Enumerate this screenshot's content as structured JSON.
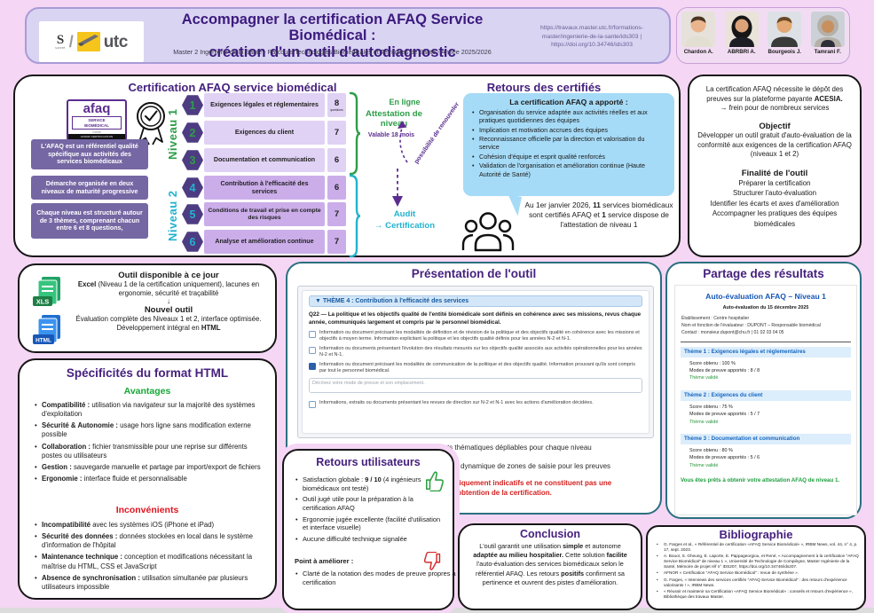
{
  "colors": {
    "accent_purple": "#46217e",
    "title_purple": "#3c1a7e",
    "green": "#2e9e49",
    "cyan": "#22b3cf",
    "red": "#d41f1f",
    "report_blue": "#1556b8",
    "fact_purple": "#7567a3",
    "bubble_blue": "#a6dbf7"
  },
  "header": {
    "title_line1": "Accompagner la certification AFAQ Service Biomédical :",
    "title_line2": "création d'un outil d'autodiagnostic",
    "subtitle": "Master 2 Ingénierie de la Santé - Parcours Technologies Biomédicales et Territoires de Santé - Année 2025/2026",
    "url1": "https://travaux.master.utc.fr/formations-master/ingenierie-de-la-sante/ids303 |",
    "url2": "https://doi.org/10.34746/ids303",
    "logo": {
      "s": "S",
      "s_sub": "SANTÉ",
      "utc": "utc"
    }
  },
  "authors": [
    {
      "name": "Chardon A."
    },
    {
      "name": "ABRBRI A."
    },
    {
      "name": "Bourgeois J."
    },
    {
      "name": "Tamrani F."
    }
  ],
  "certification": {
    "title": "Certification AFAQ service biomédical",
    "afaq_logo": {
      "line1": "afaq",
      "line2": "SERVICE",
      "line3": "BIOMÉDICAL",
      "line4": "Santé",
      "line5": "AFNOR CERTIFICATION"
    },
    "facts": [
      "L'AFAQ est un référentiel qualité spécifique aux activités des services biomédicaux",
      "Démarche organisée en deux niveaux de maturité progressive",
      "Chaque niveau est structuré autour de 3 thèmes, comprenant chacun entre 6 et 8 questions,"
    ],
    "levels": [
      {
        "label": "Niveau 1",
        "color": "#2e9e49"
      },
      {
        "label": "Niveau 2",
        "color": "#22b3cf"
      }
    ],
    "themes": [
      {
        "num": "1",
        "label": "Exigences légales et réglementaires",
        "count": "8",
        "unit": "questions"
      },
      {
        "num": "2",
        "label": "Exigences du client",
        "count": "7"
      },
      {
        "num": "3",
        "label": "Documentation et communication",
        "count": "6"
      },
      {
        "num": "4",
        "label": "Contribution à l'efficacité des services",
        "count": "6"
      },
      {
        "num": "5",
        "label": "Conditions de travail et prise en compte des risques",
        "count": "7"
      },
      {
        "num": "6",
        "label": "Analyse et amélioration continue",
        "count": "7"
      }
    ],
    "flow": {
      "online": "En ligne",
      "attestation": "Attestation de niveau",
      "valid": "Valable 18 mois",
      "renew": "possibilité de renouveler",
      "audit": "Audit",
      "cert": "→ Certification"
    }
  },
  "retours_certifies": {
    "title": "Retours des certifiés",
    "bubble_title": "La certification AFAQ a apporté :",
    "bullets": [
      "Organisation du service adaptée aux activités réelles et aux pratiques quotidiennes des équipes",
      "Implication et motivation accrues des équipes",
      "Reconnaissance officielle par la direction et valorisation du service",
      "Cohésion d'équipe et esprit qualité renforcés",
      "Validation de l'organisation et amélioration continue (Haute Autorité de Santé)"
    ],
    "stat": [
      {
        "t": "Au 1er janvier 2026, "
      },
      {
        "b": "11"
      },
      {
        "t": " services biomédicaux sont certifiés AFAQ et "
      },
      {
        "b": "1"
      },
      {
        "t": " service dispose de l'attestation de niveau 1"
      }
    ]
  },
  "contexte": {
    "problem": [
      {
        "t": "La certification AFAQ nécessite le dépôt des preuves sur la plateforme payante "
      },
      {
        "b": "ACESIA."
      }
    ],
    "problem_arrow": "→  frein pour de nombreux services",
    "objectif_title": "Objectif",
    "objectif": "Développer un outil gratuit d'auto-évaluation de la conformité aux exigences de la certification AFAQ (niveaux 1 et 2)",
    "finalite_title": "Finalité de l'outil",
    "finalite": [
      "Préparer la certification",
      "Structurer l'auto-évaluation",
      "Identifier les écarts et axes d'amélioration",
      "Accompagner les pratiques des équipes biomédicales"
    ]
  },
  "outils": {
    "title": "Outil disponible à ce jour",
    "excel": {
      "b": "Excel",
      "t": " (Niveau 1 de la certification uniquement), lacunes en ergonomie, sécurité et traçabilité"
    },
    "arrow": "↓",
    "new_title": "Nouvel outil",
    "new": {
      "t": "Évaluation complète des Niveaux 1 et 2, interface optimisée. Développement intégral en ",
      "b": "HTML"
    },
    "xls_label": "XLS",
    "html_label": "HTML"
  },
  "specificites": {
    "title": "Spécificités du format HTML",
    "adv_title": "Avantages",
    "advantages": [
      {
        "b": "Compatibilité :",
        "t": " utilisation via navigateur sur la majorité des systèmes d'exploitation"
      },
      {
        "b": "Sécurité & Autonomie :",
        "t": " usage hors ligne sans modification externe possible"
      },
      {
        "b": "Collaboration :",
        "t": " fichier transmissible pour une reprise sur différents postes ou utilisateurs"
      },
      {
        "b": "Gestion :",
        "t": " sauvegarde manuelle et partage par import/export de fichiers"
      },
      {
        "b": "Ergonomie :",
        "t": " interface fluide et personnalisable"
      }
    ],
    "inc_title": "Inconvénients",
    "inconvenients": [
      {
        "b": "Incompatibilité",
        "t": " avec les systèmes iOS (iPhone et iPad)"
      },
      {
        "b": "Sécurité des données :",
        "t": " données stockées en local dans le système d'information de l'hôpital"
      },
      {
        "b": "Maintenance technique :",
        "t": " conception et modifications nécessitant la maîtrise du HTML, CSS et JavaScript"
      },
      {
        "b": "Absence de synchronisation :",
        "t": " utilisation simultanée par plusieurs utilisateurs impossible"
      }
    ]
  },
  "presentation": {
    "title": "Présentation de l'outil",
    "screenshot": {
      "theme_header": "▼ THÈME 4 : Contribution à l'efficacité des services",
      "question": "Q22 — La politique et les objectifs qualité de l'entité biomédicale sont définis en cohérence avec ses missions, revus chaque année, communiqués largement et compris par le personnel biomédical.",
      "options": [
        {
          "text": "Information ou document précisant les modalités de définition et de révision de la politique et des objectifs qualité en cohérence avec les missions et objectifs à moyen terme. Information explicitant la politique et les objectifs qualité définis pour les années N-2 et N-1.",
          "checked": false
        },
        {
          "text": "Information ou documents présentant l'évolution des résultats mesurés sur les objectifs qualité associés aux activités opérationnelles pour les années N-2 et N-1.",
          "checked": false
        },
        {
          "text": "Information ou document précisant les modalités de communication de la politique et des objectifs qualité. Information prouvant qu'ils sont compris par tout le personnel biomédical.",
          "checked": true
        },
        {
          "text": "Informations, extraits ou documents présentant les revues de direction sur N-2 et N-1 avec les actions d'amélioration décidées.",
          "checked": false
        }
      ],
      "placeholder": "Décrivez votre mode de preuve et son emplacement.."
    },
    "captions": [
      "Navigation intuitive par onglets thématiques dépliables pour chaque niveau",
      "Sélection des réponses avec affichage dynamique de zones de saisie pour les preuves"
    ],
    "warning": "Les résultats fournis sont uniquement indicatifs et ne constituent pas une garantie d'obtention de la certification."
  },
  "retours_utilisateurs": {
    "title": "Retours utilisateurs",
    "b1": [
      {
        "t": "Satisfaction globale : "
      },
      {
        "b": "9 / 10"
      },
      {
        "t": " (4 ingénieurs biomédicaux ont testé)"
      }
    ],
    "bullets": [
      "Outil jugé utile pour la préparation à la certification AFAQ",
      "Ergonomie jugée excellente (facilité d'utilisation et interface visuelle)",
      "Aucune difficulté technique signalée"
    ],
    "point_title": "Point à améliorer :",
    "point": "Clarté de la notation des modes de preuve propres à la certification"
  },
  "conclusion": {
    "title": "Conclusion",
    "segments": [
      {
        "t": "L'outil garantit une utilisation "
      },
      {
        "b": "simple"
      },
      {
        "t": " et autonome "
      },
      {
        "b": "adaptée au milieu hospitalier."
      },
      {
        "t": " Cette solution "
      },
      {
        "b": "facilite"
      },
      {
        "t": " l'auto-évaluation des services biomédicaux selon le référentiel AFAQ. Les retours "
      },
      {
        "b": "positifs"
      },
      {
        "t": " confirment sa pertinence et ouvrent des pistes d'amélioration."
      }
    ]
  },
  "partage": {
    "title": "Partage des résultats",
    "report": {
      "title": "Auto-évaluation AFAQ – Niveau 1",
      "date": "Auto-évaluation du 15 décembre 2025",
      "info": [
        "Établissement : Centre hospitalier",
        "Nom et fonction de l'évaluateur : DUPONT – Responsable biomédical",
        "Contact : monsieur.dupont@chu.fr | 01 02 03 04 05"
      ],
      "themes": [
        {
          "title": "Thème 1 : Exigences légales et réglementaires",
          "score": "Score obtenu : 100 %",
          "preuves": "Modes de preuve apportés : 8 / 8",
          "status": "Thème validé"
        },
        {
          "title": "Thème 2 : Exigences du client",
          "score": "Score obtenu : 75 %",
          "preuves": "Modes de preuve apportés : 5 / 7",
          "status": "Thème validé"
        },
        {
          "title": "Thème 3 : Documentation et communication",
          "score": "Score obtenu : 80 %",
          "preuves": "Modes de preuve apportés : 5 / 6",
          "status": "Thème validé"
        }
      ],
      "final": "Vous êtes prêts à obtenir votre attestation AFAQ de niveau 1."
    }
  },
  "bibliographie": {
    "title": "Bibliographie",
    "refs": [
      "G. Farges et al., « Référentiel de certification «AFAQ Service Biomédical» », IRBM News, vol. 44, n° 4, p. 17, sept. 2023.",
      "A. Bouor, S. Gheung, E. Laporte, E. Pappageorgiou, et René, « Accompagnement à la certification \"AFAQ Service Biomédical\" de niveau 1 », Université de Technologie de Compiègne, Master Ingénierie de la Santé, Mémoire de projet réf n° IDS207, https://doi.org/10.34746/ids207.",
      "AFNOR « Certification \"AFAQ Service Biomédical\" : revue de synthèse ».",
      "G. Farges, « Interviews des services certifiés \"AFAQ Service Biomédical\" : des retours d'expérience valorisants ! », IRBM News.",
      "« Réussir et maintenir sa Certification «AFAQ Service Biomédical» : conseils et retours d'expérience », Bibliothèque des travaux Master."
    ]
  }
}
